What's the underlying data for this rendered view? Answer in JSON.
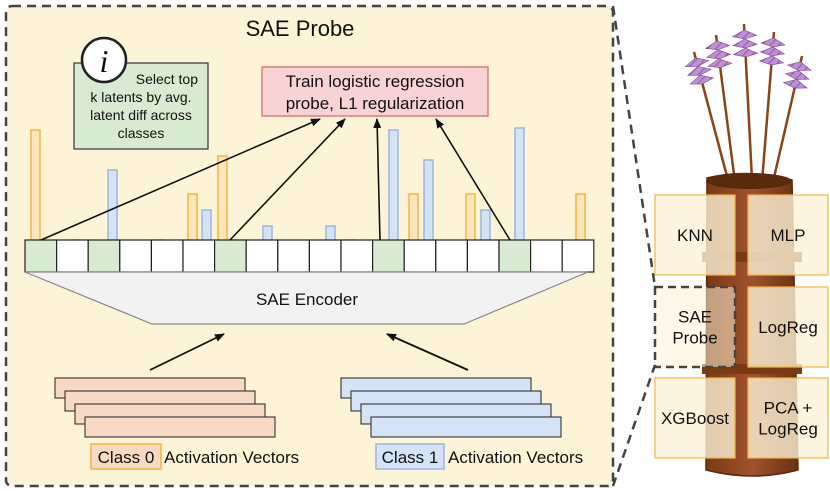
{
  "probe_panel": {
    "title": "SAE Probe",
    "info_icon_glyph": "i",
    "select_note": [
      "Select top",
      "k latents by avg.",
      "latent diff across",
      "classes"
    ],
    "train_note": [
      "Train logistic regression",
      "probe, L1 regularization"
    ],
    "encoder_label": "SAE Encoder",
    "class0": {
      "tag": "Class 0",
      "suffix": "Activation Vectors",
      "color": "#f8d9c3"
    },
    "class1": {
      "tag": "Class 1",
      "suffix": "Activation Vectors",
      "color": "#d4e3f5"
    }
  },
  "quiver": {
    "rows": [
      [
        "KNN",
        "MLP"
      ],
      [
        "SAE Probe",
        "LogReg"
      ],
      [
        "XGBoost",
        "PCA + LogReg"
      ]
    ],
    "highlight": "SAE Probe"
  },
  "colors": {
    "panel_bg": "#fdf3d7",
    "orange": "#f2b640",
    "orange_fill": "#fde6bd",
    "blue": "#9ab7e0",
    "blue_fill": "#d4e3f5",
    "green": "#d9ead3",
    "red_fill": "#f9d3d3",
    "red_border": "#d97c7c",
    "quiver_brown": "#8b4513",
    "feather": "#b07ac7"
  }
}
